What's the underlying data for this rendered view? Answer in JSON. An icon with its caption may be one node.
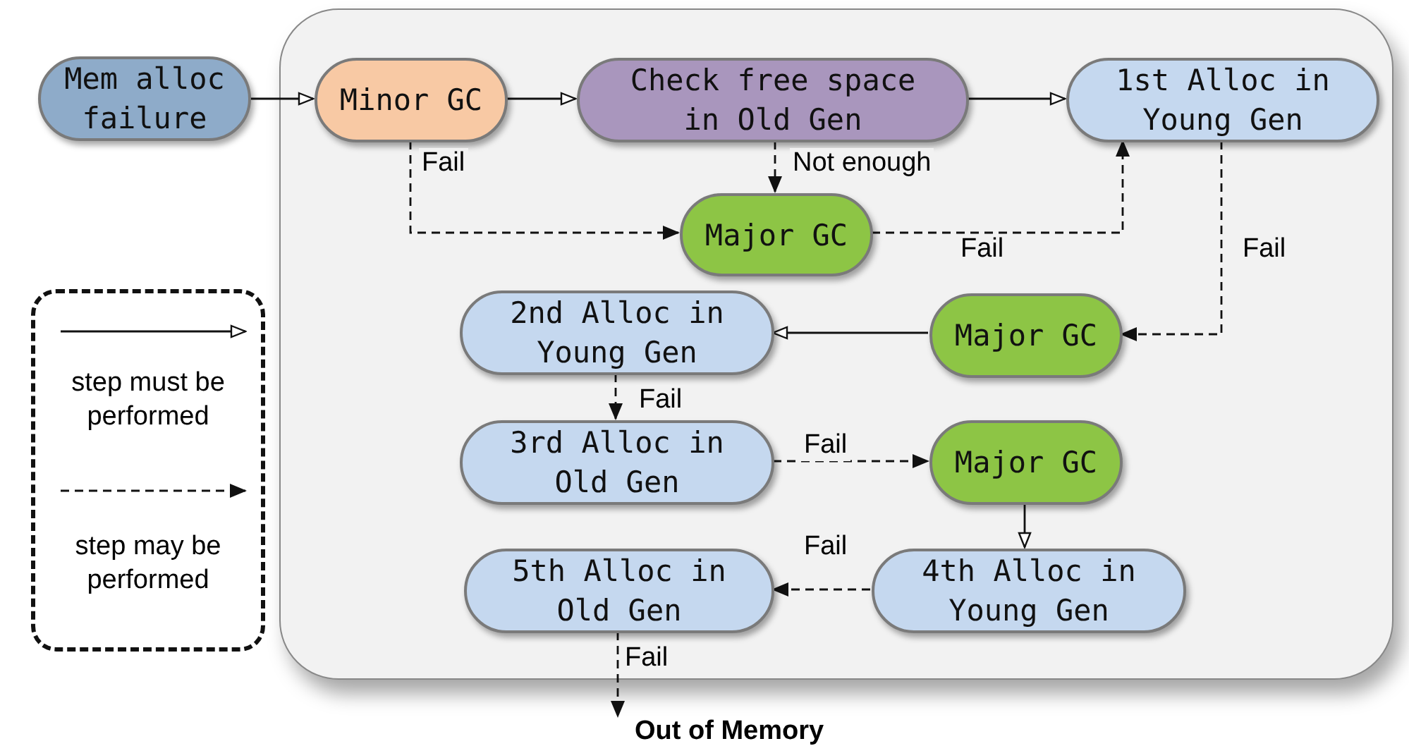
{
  "diagram": {
    "nodes": [
      {
        "text": [],
        "shape": "box"
      },
      {
        "text": [
          "Mem alloc failure"
        ]
      },
      {
        "text": [
          "Minor GC"
        ],
        "in": 0
      },
      {
        "text": [
          "Check free space in Old Gen"
        ],
        "in": 0
      },
      {
        "text": [
          "1st Alloc in Young Gen"
        ],
        "in": 0
      },
      {
        "text": [
          "Major GC"
        ],
        "in": 0
      },
      {
        "text": [
          "2nd Alloc in Young Gen"
        ],
        "in": 0
      },
      {
        "text": [
          "Major GC"
        ],
        "in": 0
      },
      {
        "text": [
          "3rd Alloc in Old Gen"
        ],
        "in": 0
      },
      {
        "text": [
          "Major GC"
        ],
        "in": 0
      },
      {
        "text": [
          "5th Alloc in Old Gen"
        ],
        "in": 0
      },
      {
        "text": [
          "4th Alloc in Young Gen"
        ],
        "in": 0
      },
      {
        "text": [
          "Out of Memory"
        ]
      }
    ],
    "edges": [
      {
        "from": 1,
        "to": 2,
        "arrow": "to"
      },
      {
        "from": 2,
        "to": 3,
        "arrow": "to"
      },
      {
        "from": 3,
        "to": 4,
        "arrow": "to"
      },
      {
        "from": 2,
        "to": 5,
        "arrow": "to",
        "label": "Fail",
        "style": "dashed"
      },
      {
        "from": 3,
        "to": 5,
        "arrow": "to",
        "label": "Not enough",
        "style": "dashed"
      },
      {
        "from": 5,
        "to": 4,
        "arrow": "to",
        "label": "Fail",
        "style": "dashed"
      },
      {
        "from": 4,
        "to": 7,
        "arrow": "to",
        "label": "Fail",
        "style": "dashed"
      },
      {
        "from": 7,
        "to": 6,
        "arrow": "to"
      },
      {
        "from": 6,
        "to": 8,
        "arrow": "to",
        "label": "Fail",
        "style": "dashed"
      },
      {
        "from": 8,
        "to": 9,
        "arrow": "to",
        "label": "Fail",
        "style": "dashed"
      },
      {
        "from": 9,
        "to": 11,
        "arrow": "to"
      },
      {
        "from": 11,
        "to": 10,
        "arrow": "to",
        "label": "Fail",
        "style": "dashed"
      },
      {
        "from": 10,
        "to": 12,
        "arrow": "to",
        "label": "Fail",
        "style": "dashed"
      }
    ],
    "legend": [
      {
        "text": "step must be performed"
      },
      {
        "text": "step may be performed"
      }
    ]
  }
}
